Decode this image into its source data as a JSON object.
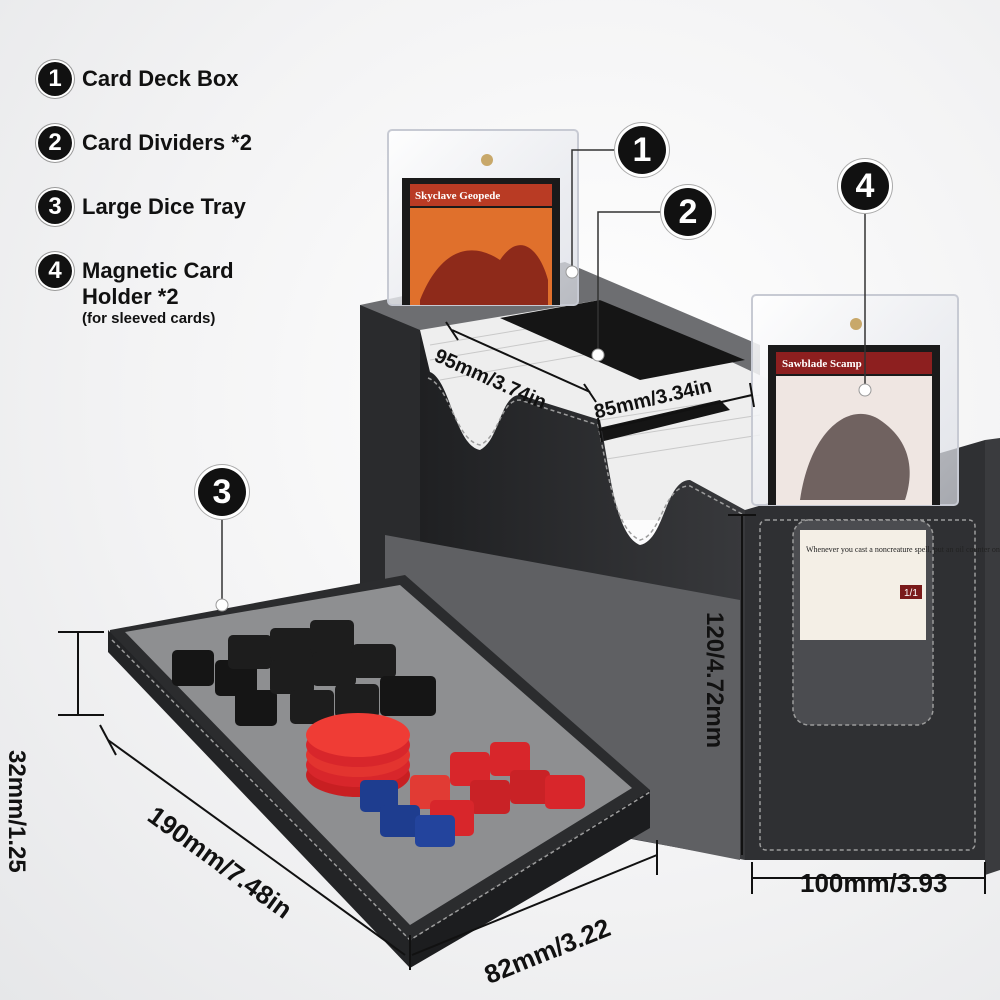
{
  "legend": [
    {
      "num": "1",
      "label": "Card Deck Box",
      "sub": ""
    },
    {
      "num": "2",
      "label": "Card Dividers *2",
      "sub": ""
    },
    {
      "num": "3",
      "label": "Large Dice Tray",
      "sub": ""
    },
    {
      "num": "4",
      "label": "Magnetic Card Holder *2",
      "sub": "(for sleeved cards)"
    }
  ],
  "callouts": {
    "c1": "1",
    "c2": "2",
    "c3": "3",
    "c4": "4"
  },
  "dimensions": {
    "card_length": "95mm/3.74in",
    "card_width": "85mm/3.34in",
    "tray_height": "32mm/1.25",
    "tray_length": "190mm/7.48in",
    "tray_width": "82mm/3.22",
    "box_height": "120/4.72mm",
    "box_width": "100mm/3.93"
  },
  "cards": {
    "card_a_name": "Skyclave Geopede",
    "card_b_name": "Sawblade Scamp",
    "card_b_text": "Whenever you cast a noncreature spell, put an oil counter on Sawblade Scamp.",
    "card_b_pt": "1/1"
  },
  "colors": {
    "box": "#2b2c2e",
    "felt": "#8e8f91",
    "stitch": "#9c9c9c",
    "dice_red": "#d8262b",
    "dice_blue": "#1e3d8f",
    "dice_black": "#151515"
  }
}
